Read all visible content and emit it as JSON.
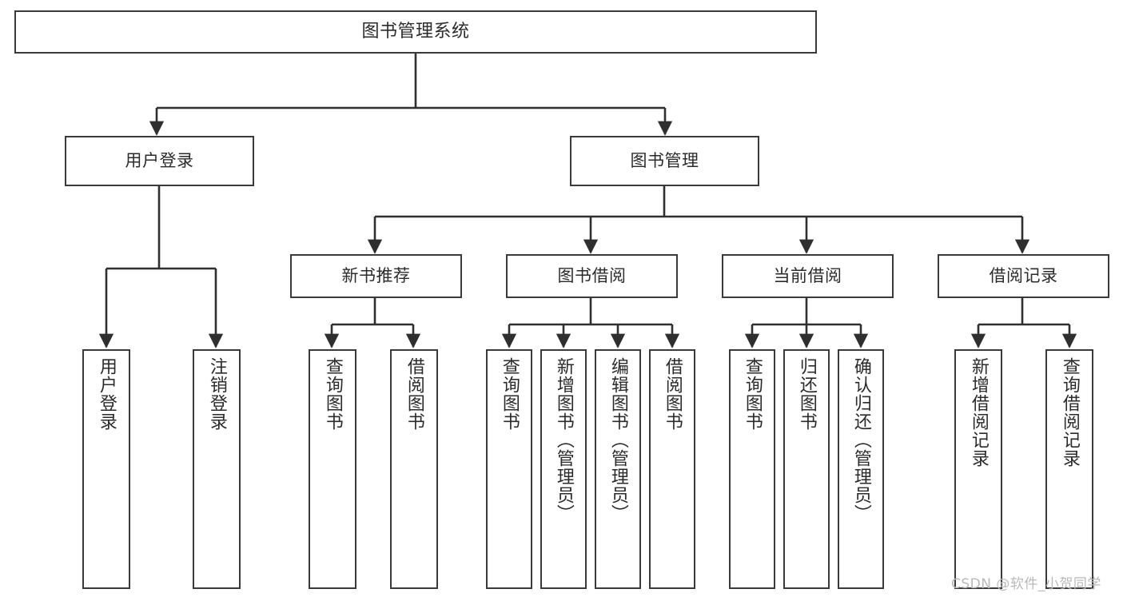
{
  "diagram": {
    "title": "图书管理系统",
    "type": "tree-hierarchy",
    "colors": {
      "background": "#ffffff",
      "node_border": "#3a3a3a",
      "node_fill": "#ffffff",
      "text": "#2b2b2b",
      "edge": "#2f2f2f",
      "watermark": "#b9b9b9"
    }
  },
  "nodes": {
    "root": {
      "label": "图书管理系统"
    },
    "level2": [
      {
        "id": "user-login",
        "label": "用户登录"
      },
      {
        "id": "book-management",
        "label": "图书管理"
      }
    ],
    "level3": [
      {
        "id": "new-book-recommend",
        "label": "新书推荐"
      },
      {
        "id": "book-borrow",
        "label": "图书借阅"
      },
      {
        "id": "current-borrow",
        "label": "当前借阅"
      },
      {
        "id": "borrow-record",
        "label": "借阅记录"
      }
    ],
    "leaves": {
      "user_login": [
        {
          "id": "leaf-user-login",
          "label": "用户登录"
        },
        {
          "id": "leaf-logout-login",
          "label": "注销登录"
        }
      ],
      "new_book_recommend": [
        {
          "id": "leaf-query-book-1",
          "label": "查询图书"
        },
        {
          "id": "leaf-borrow-book-1",
          "label": "借阅图书"
        }
      ],
      "book_borrow": [
        {
          "id": "leaf-query-book-2",
          "label": "查询图书"
        },
        {
          "id": "leaf-add-book-admin",
          "label": "新增图书（管理员）"
        },
        {
          "id": "leaf-edit-book-admin",
          "label": "编辑图书（管理员）"
        },
        {
          "id": "leaf-borrow-book-2",
          "label": "借阅图书"
        }
      ],
      "current_borrow": [
        {
          "id": "leaf-query-book-3",
          "label": "查询图书"
        },
        {
          "id": "leaf-return-book",
          "label": "归还图书"
        },
        {
          "id": "leaf-confirm-return-admin",
          "label": "确认归还（管理员）"
        }
      ],
      "borrow_record": [
        {
          "id": "leaf-add-borrow-record",
          "label": "新增借阅记录"
        },
        {
          "id": "leaf-query-borrow-record",
          "label": "查询借阅记录"
        }
      ]
    }
  },
  "watermark": {
    "text": "CSDN @软件_小贺同学"
  }
}
